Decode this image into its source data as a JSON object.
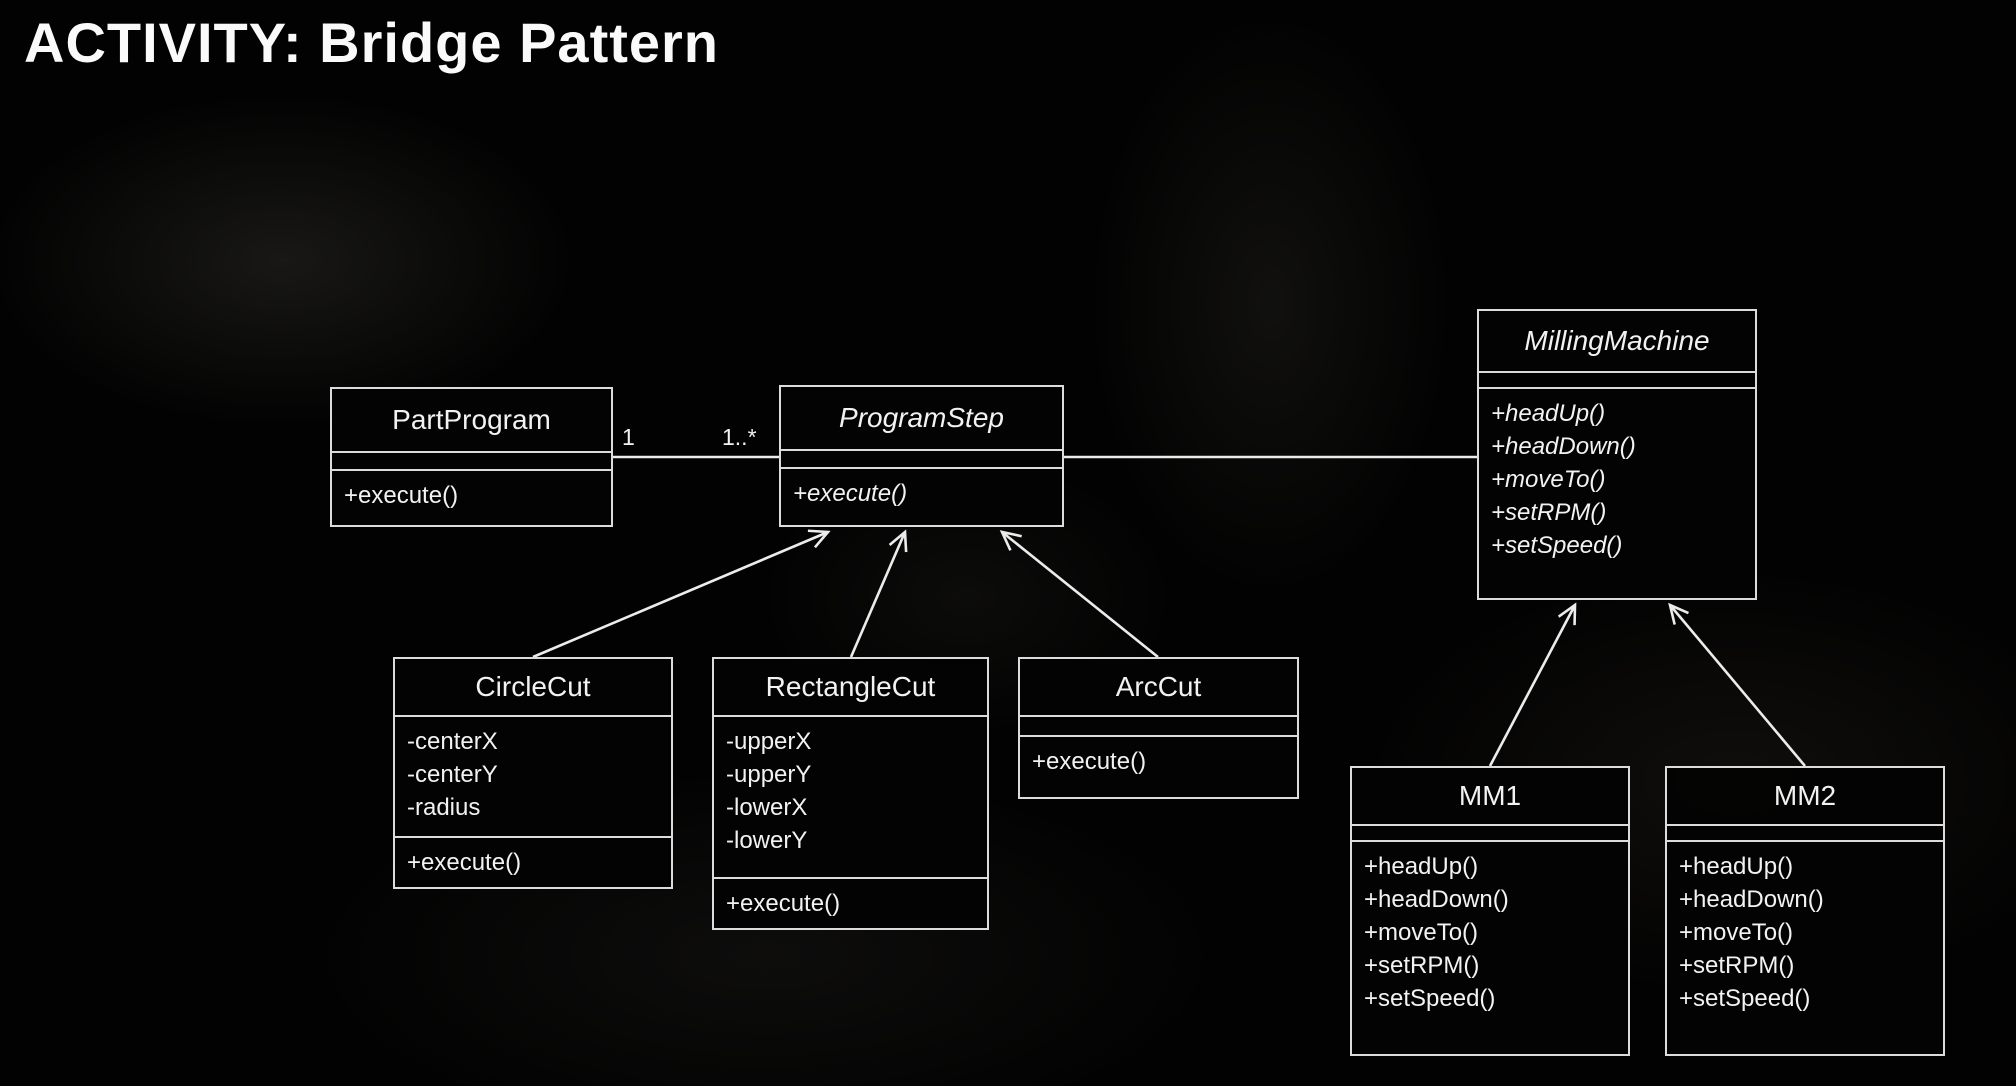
{
  "slide": {
    "title": "ACTIVITY: Bridge Pattern"
  },
  "association": {
    "left_multiplicity": "1",
    "right_multiplicity": "1..*"
  },
  "colors": {
    "line": "#ececec",
    "box_border": "#dcdcdc",
    "text": "#f2f2f2"
  },
  "classes": {
    "part_program": {
      "name": "PartProgram",
      "methods": [
        "+execute()"
      ]
    },
    "program_step": {
      "name": "ProgramStep",
      "methods": [
        "+execute()"
      ]
    },
    "milling_machine": {
      "name": "MillingMachine",
      "methods": [
        "+headUp()",
        "+headDown()",
        "+moveTo()",
        "+setRPM()",
        "+setSpeed()"
      ]
    },
    "circle_cut": {
      "name": "CircleCut",
      "attributes": [
        "-centerX",
        "-centerY",
        "-radius"
      ],
      "methods": [
        "+execute()"
      ]
    },
    "rectangle_cut": {
      "name": "RectangleCut",
      "attributes": [
        "-upperX",
        "-upperY",
        "-lowerX",
        "-lowerY"
      ],
      "methods": [
        "+execute()"
      ]
    },
    "arc_cut": {
      "name": "ArcCut",
      "methods": [
        "+execute()"
      ]
    },
    "mm1": {
      "name": "MM1",
      "methods": [
        "+headUp()",
        "+headDown()",
        "+moveTo()",
        "+setRPM()",
        "+setSpeed()"
      ]
    },
    "mm2": {
      "name": "MM2",
      "methods": [
        "+headUp()",
        "+headDown()",
        "+moveTo()",
        "+setRPM()",
        "+setSpeed()"
      ]
    }
  }
}
